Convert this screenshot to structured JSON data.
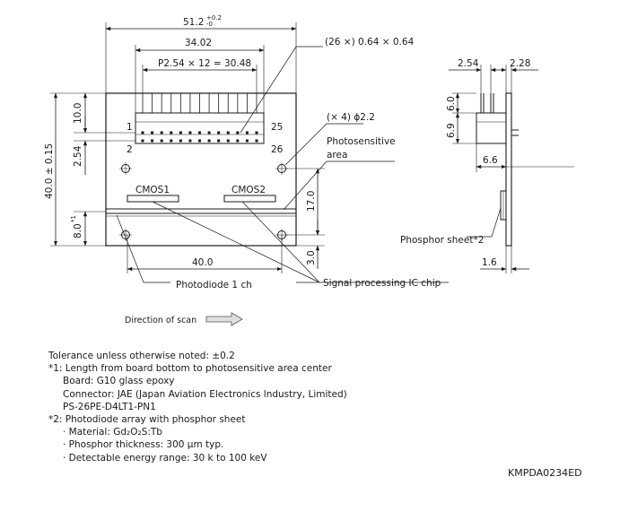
{
  "drawing": {
    "dim_width": "51.2",
    "dim_width_tol_upper": "+0.2",
    "dim_width_tol_lower": "-0",
    "dim_connector": "34.02",
    "dim_pitch": "P2.54 × 12 = 30.48",
    "dim_pins": "(26 ×) 0.64 × 0.64",
    "dim_holes": "(× 4) ϕ2.2",
    "dim_height": "40.0 ± 0.15",
    "dim_top": "10.0",
    "dim_pin_gap": "2.54",
    "dim_bottom": "8.0",
    "dim_bottom_mark": "*1",
    "dim_hole_span": "17.0",
    "dim_hole_bottom": "3.0",
    "dim_photodiode_len": "40.0",
    "pin_1": "1",
    "pin_2": "2",
    "pin_25": "25",
    "pin_26": "26",
    "label_cmos1": "CMOS1",
    "label_cmos2": "CMOS2",
    "label_photosensitive": "Photosensitive",
    "label_area": "area",
    "label_photodiode": "Photodiode 1 ch",
    "label_signal_ic": "Signal processing IC chip",
    "label_scan": "Direction of scan",
    "side_dim_254": "2.54",
    "side_dim_228": "2.28",
    "side_dim_60": "6.0",
    "side_dim_69": "6.9",
    "side_dim_66": "6.6",
    "side_dim_16": "1.6",
    "label_phosphor": "Phosphor sheet*2"
  },
  "notes": {
    "tolerance": "Tolerance unless otherwise noted: ±0.2",
    "note1_title": "*1: Length from board bottom to photosensitive area center",
    "note1_board": "Board: G10 glass epoxy",
    "note1_connector": "Connector: JAE (Japan Aviation Electronics lndustry, Limited)",
    "note1_part": "PS-26PE-D4LT1-PN1",
    "note2_title": "*2: Photodiode array with phosphor sheet",
    "note2_material": "· Material: Gd₂O₂S:Tb",
    "note2_thickness": "· Phosphor thickness: 300 μm typ.",
    "note2_energy": "· Detectable energy range: 30 k to 100 keV"
  },
  "doc_code": "KMPDA0234ED"
}
